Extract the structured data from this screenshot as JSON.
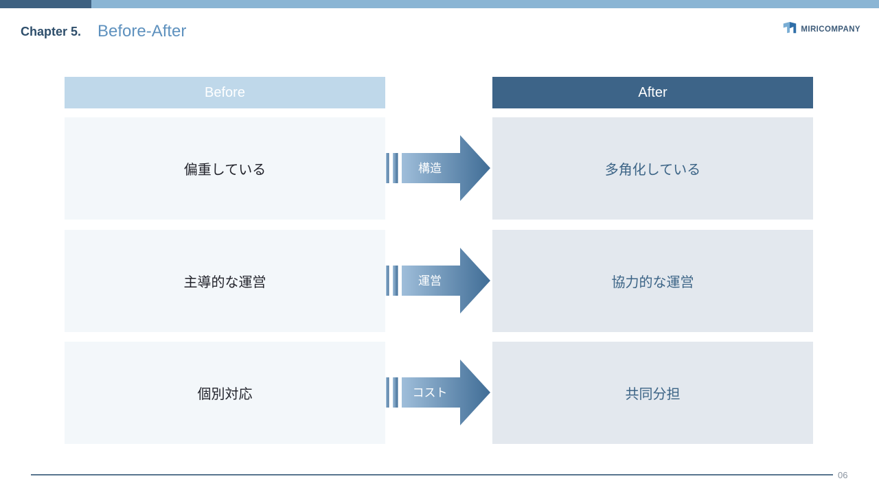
{
  "header": {
    "chapter_label": "Chapter 5.",
    "title": "Before-After"
  },
  "logo": {
    "company": "MIRICOMPANY"
  },
  "comparison": {
    "before_header": "Before",
    "after_header": "After",
    "rows": [
      {
        "before": "偏重している",
        "arrow_label": "構造",
        "after": "多角化している"
      },
      {
        "before": "主導的な運営",
        "arrow_label": "運営",
        "after": "協力的な運営"
      },
      {
        "before": "個別対応",
        "arrow_label": "コスト",
        "after": "共同分担"
      }
    ]
  },
  "footer": {
    "page_number": "06"
  },
  "colors": {
    "accent_dark": "#3e6181",
    "accent_light": "#8ab5d4",
    "before_header_bg": "#bfd8ea",
    "after_header_bg": "#3d6488",
    "before_row_bg": "#f3f7fa",
    "after_row_bg": "#e3e8ee",
    "after_text": "#3c6486",
    "arrow_gradient_start": "#9fbeda",
    "arrow_gradient_end": "#406d96"
  }
}
